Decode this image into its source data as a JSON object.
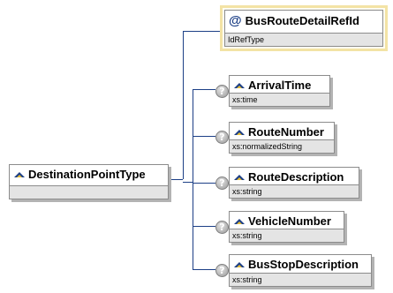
{
  "root": {
    "name": "DestinationPointType",
    "icon": "element-icon"
  },
  "attribute": {
    "symbol": "@",
    "name": "BusRouteDetailRefId",
    "type": "IdRefType",
    "icon": "attribute-icon"
  },
  "children": [
    {
      "name": "ArrivalTime",
      "type": "xs:time",
      "optional_glyph": "?"
    },
    {
      "name": "RouteNumber",
      "type": "xs:normalizedString",
      "optional_glyph": "?"
    },
    {
      "name": "RouteDescription",
      "type": "xs:string",
      "optional_glyph": "?"
    },
    {
      "name": "VehicleNumber",
      "type": "xs:string",
      "optional_glyph": "?"
    },
    {
      "name": "BusStopDescription",
      "type": "xs:string",
      "optional_glyph": "?"
    }
  ],
  "colors": {
    "line": "#1c3f86",
    "icon_blue": "#1c3f86",
    "icon_gold": "#e8c03a",
    "type_band": "#e4e4e4",
    "attr_border": "#f3e3a5"
  }
}
